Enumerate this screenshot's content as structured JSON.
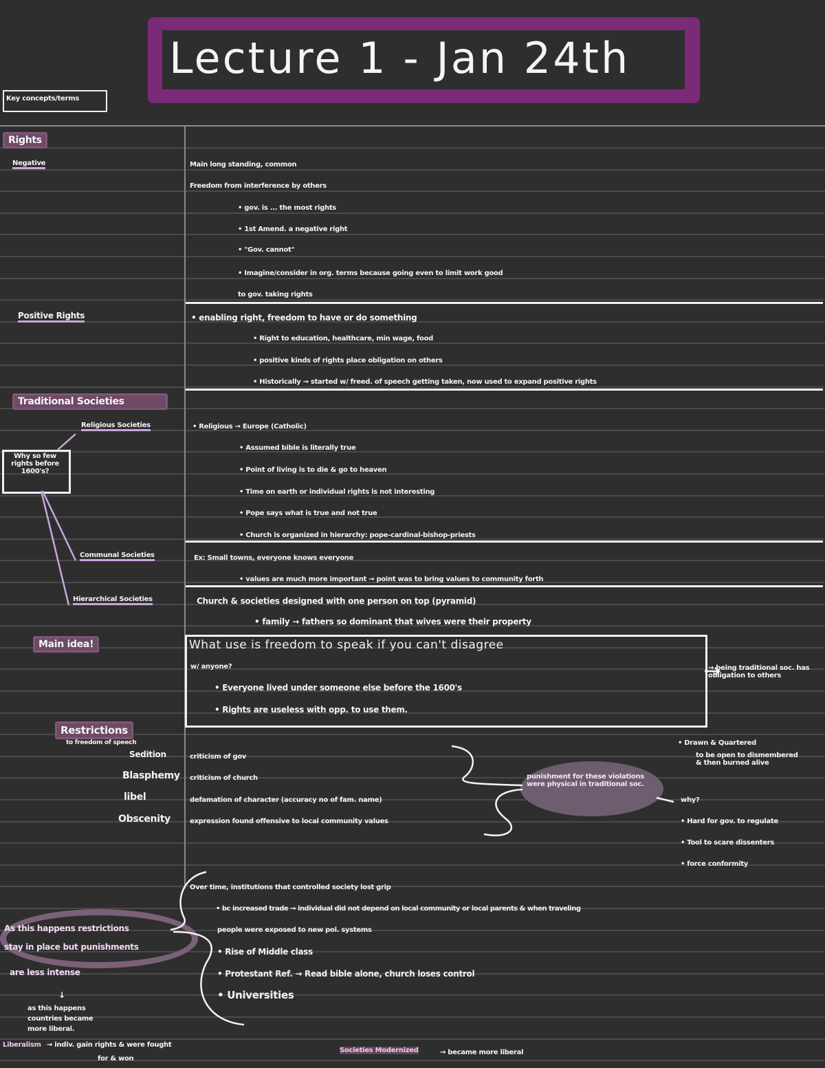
{
  "title": "Lecture 1 - Jan 24th",
  "key_label": "Key concepts/terms",
  "sections": {
    "rights": {
      "heading": "Rights",
      "negative": {
        "label": "Negative",
        "lines": [
          "Main long standing, common",
          "Freedom from interference by others",
          "• gov. is ... the most rights",
          "• 1st Amend. a negative right",
          "• \"Gov. cannot\"",
          "• Imagine/consider in org. terms because going even to limit work good",
          "to gov. taking rights"
        ]
      },
      "positive": {
        "label": "Positive Rights",
        "lines": [
          "• enabling right, freedom to have or do something",
          "• Right to education, healthcare, min wage, food",
          "• positive kinds of rights place obligation on others",
          "• Historically → started w/ freed. of speech getting taken, now used to expand positive rights"
        ]
      }
    },
    "traditional": {
      "heading": "Traditional Societies",
      "side_note": "Why so few rights before 1600's?",
      "religious": {
        "label": "Religious Societies",
        "lines": [
          "• Religious → Europe (Catholic)",
          "• Assumed bible is literally true",
          "• Point of living is to die & go to heaven",
          "• Time on earth or individual rights is not interesting",
          "• Pope says what is true and not true",
          "• Church is organized in hierarchy: pope-cardinal-bishop-priests"
        ]
      },
      "communal": {
        "label": "Communal Societies",
        "lines": [
          "Ex: Small towns, everyone knows everyone",
          "• values are much more important → point was to bring values to community forth"
        ]
      },
      "hierarchical": {
        "label": "Hierarchical Societies",
        "lines": [
          "Church & societies designed with one person on top (pyramid)",
          "• family → fathers so dominant that wives were their property"
        ]
      }
    },
    "main_idea": {
      "heading": "Main idea!",
      "lines": [
        "What use is freedom to speak if you can't disagree",
        "w/ anyone?",
        "• Everyone lived under someone else before the 1600's",
        "• Rights are useless with opp. to use them."
      ],
      "side_note": "→ being traditional soc. has obligation to others"
    },
    "restrictions": {
      "heading": "Restrictions",
      "subheading": "to freedom of speech",
      "items": [
        {
          "term": "Sedition",
          "definition": "criticism of gov"
        },
        {
          "term": "Blasphemy",
          "definition": "criticism of church"
        },
        {
          "term": "libel",
          "definition": "defamation of character (accuracy no of fam. name)"
        },
        {
          "term": "Obscenity",
          "definition": "expression found offensive to local community values"
        }
      ],
      "punishment_note": "punishment for these violations were physical in traditional soc.",
      "right_notes": [
        "• Drawn & Quartered",
        "to be open to dismembered & then burned alive",
        "why?",
        "• Hard for gov. to regulate",
        "• Tool to scare dissenters",
        "• force conformity"
      ]
    },
    "change": {
      "lines": [
        "Over time, institutions that controlled society lost grip",
        "• bc increased trade → individual did not depend on local community or local parents & when traveling",
        "people were exposed to new pol. systems",
        "• Rise of Middle class",
        "• Protestant Ref. → Read bible alone, church loses control",
        "• Universities"
      ],
      "left_note": [
        "As this happens restrictions",
        "stay in place but punishments",
        "are less intense"
      ],
      "arrow_note": [
        "as this happens",
        "countries became",
        "more liberal."
      ],
      "liberalism_label": "Liberalism",
      "liberalism_text": "→ indiv. gain rights & were fought",
      "liberalism_text2": "for & won",
      "modernized_label": "Societies Modernized",
      "modernized_text": "→ became more liberal"
    }
  }
}
